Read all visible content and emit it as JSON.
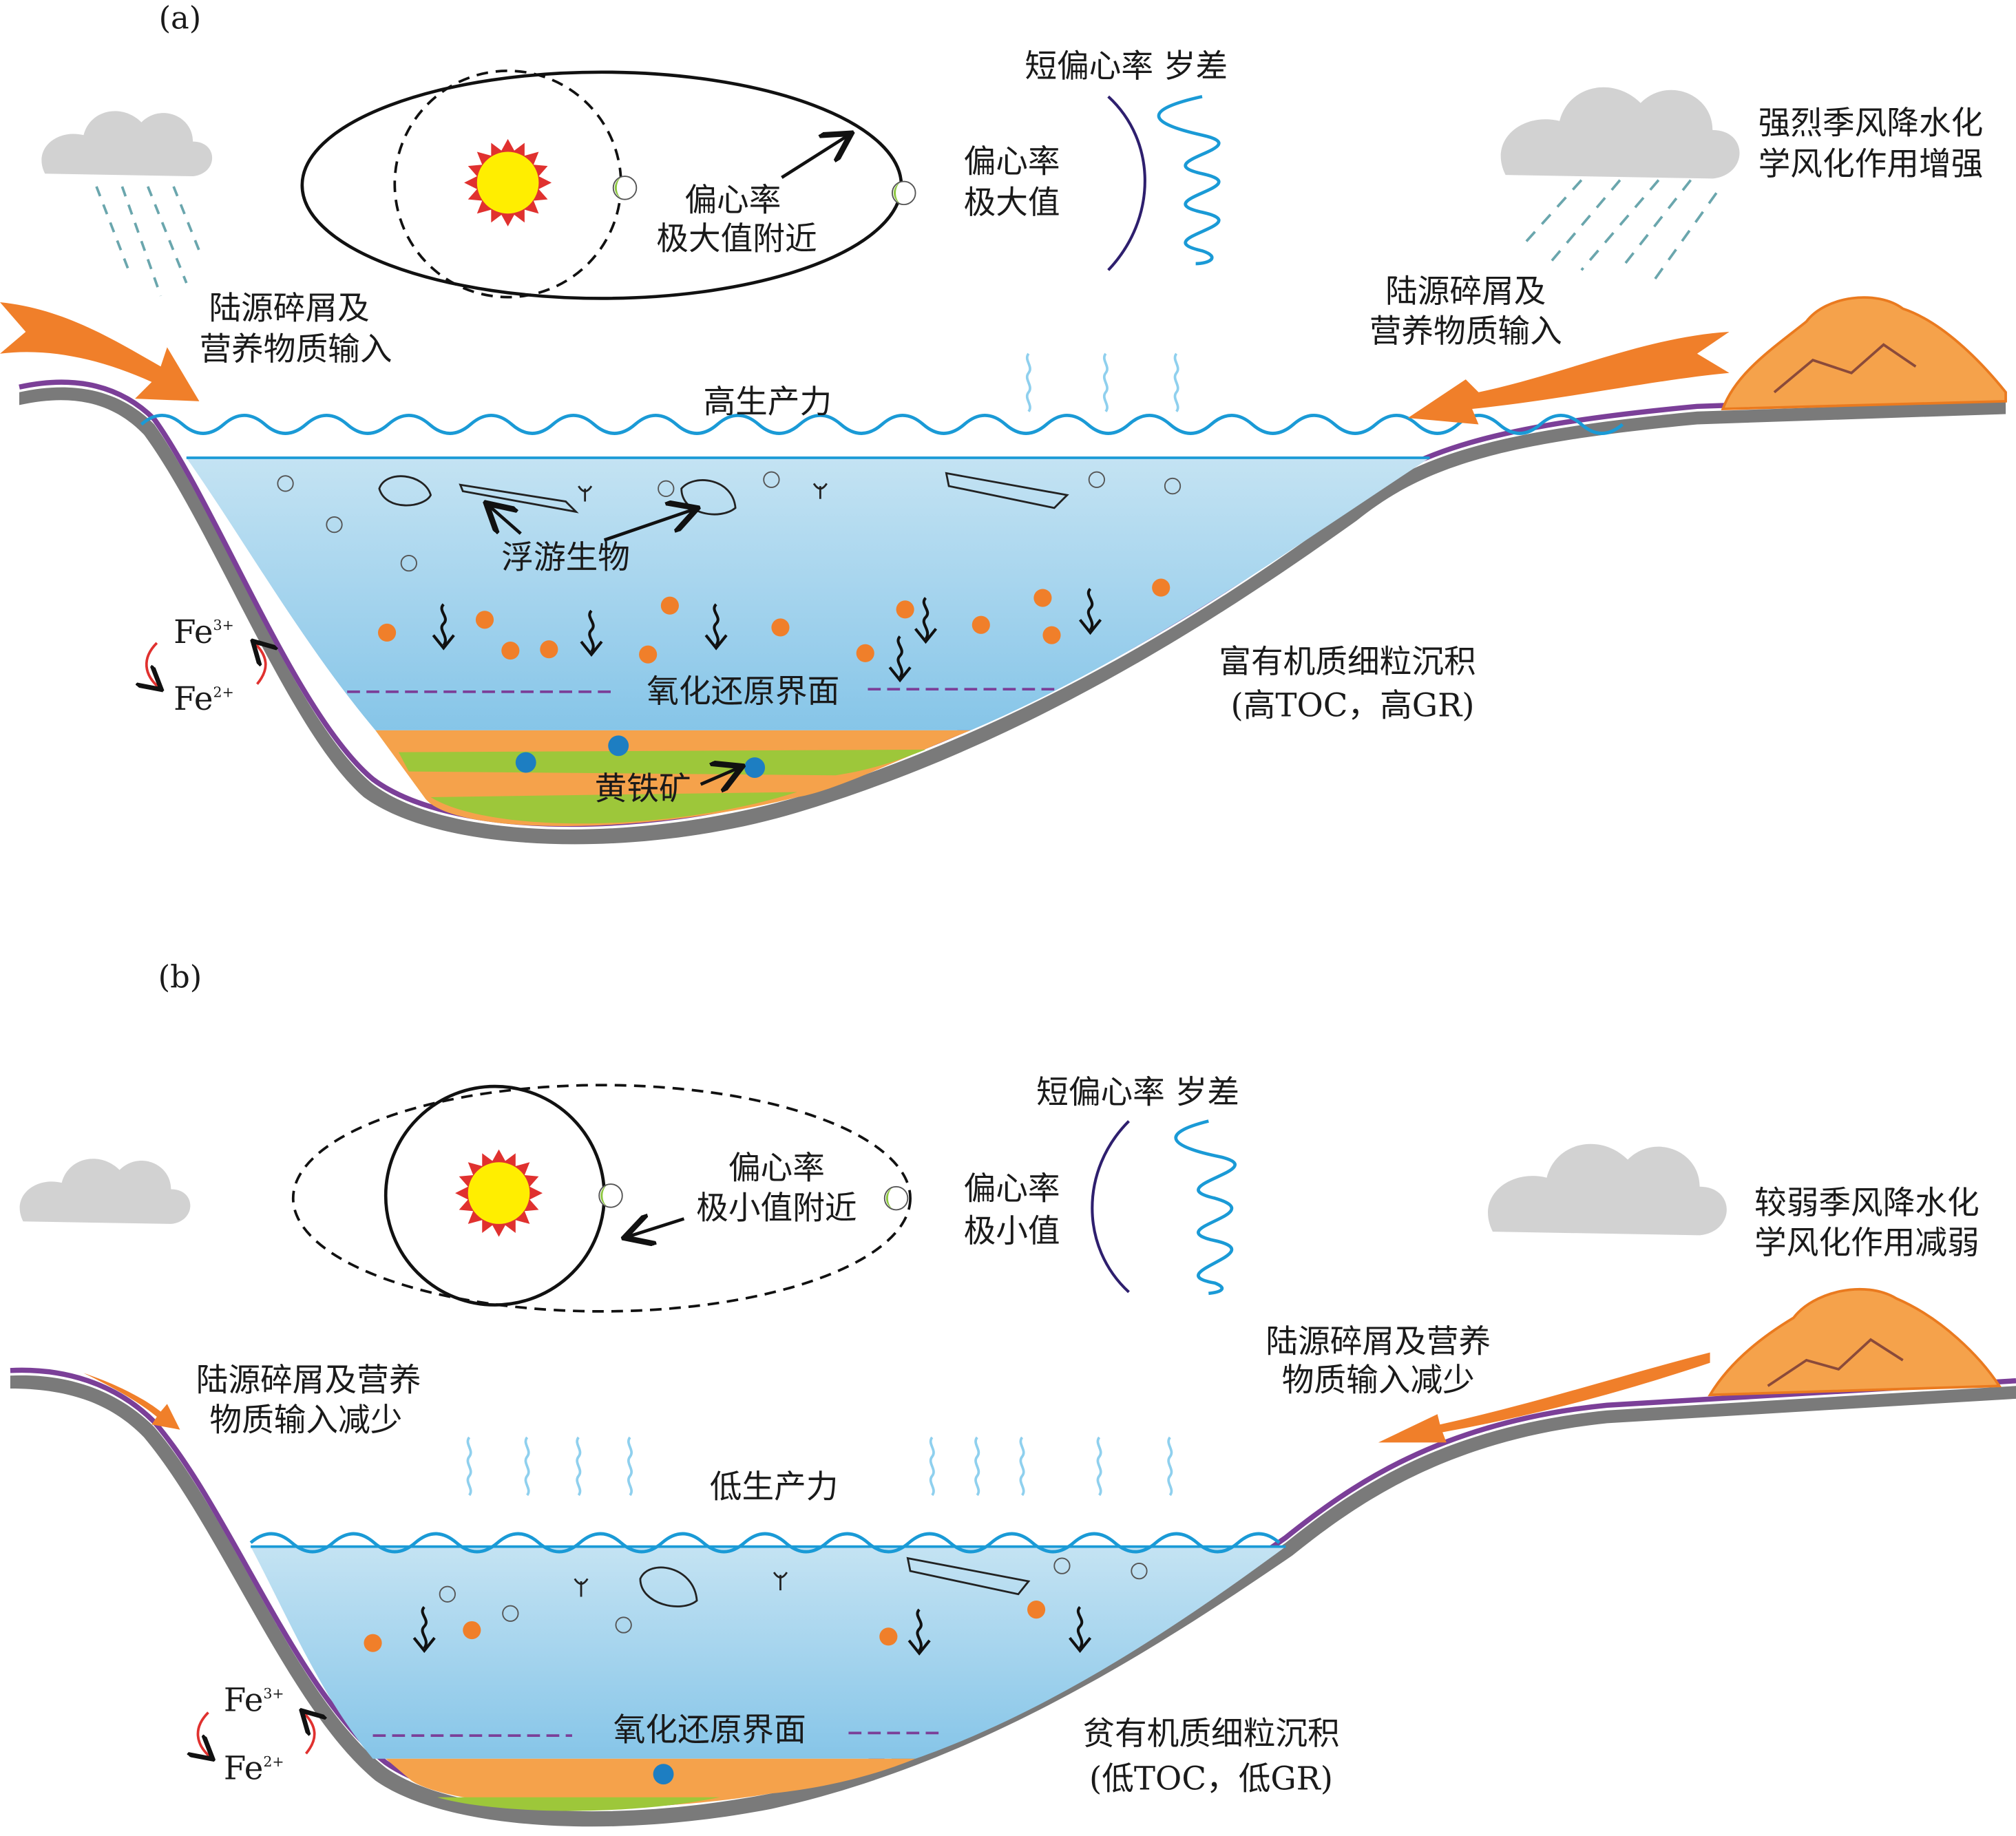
{
  "panel_a": {
    "label": "(a)",
    "cycle_title": "短偏心率 岁差",
    "ecc_label_1": "偏心率",
    "ecc_label_2": "极大值",
    "orbit_label_1": "偏心率",
    "orbit_label_2": "极大值附近",
    "climate_1": "强烈季风降水化",
    "climate_2": "学风化作用增强",
    "input_left_1": "陆源碎屑及",
    "input_left_2": "营养物质输入",
    "input_right_1": "陆源碎屑及",
    "input_right_2": "营养物质输入",
    "productivity": "高生产力",
    "plankton": "浮游生物",
    "fe3": "Fe",
    "fe3_sup": "3+",
    "fe2": "Fe",
    "fe2_sup": "2+",
    "redox": "氧化还原界面",
    "sediment_1": "富有机质细粒沉积",
    "sediment_2": "(高TOC，高GR)",
    "pyrite": "黄铁矿"
  },
  "panel_b": {
    "label": "(b)",
    "cycle_title": "短偏心率 岁差",
    "ecc_label_1": "偏心率",
    "ecc_label_2": "极小值",
    "orbit_label_1": "偏心率",
    "orbit_label_2": "极小值附近",
    "climate_1": "较弱季风降水化",
    "climate_2": "学风化作用减弱",
    "input_left_1": "陆源碎屑及营养",
    "input_left_2": "物质输入减少",
    "input_right_1": "陆源碎屑及营养",
    "input_right_2": "物质输入减少",
    "productivity": "低生产力",
    "fe3": "Fe",
    "fe3_sup": "3+",
    "fe2": "Fe",
    "fe2_sup": "2+",
    "redox": "氧化还原界面",
    "sediment_1": "贫有机质细粒沉积",
    "sediment_2": "(低TOC，低GR)"
  },
  "colors": {
    "water_top": "#c4e3f3",
    "water_bottom": "#86c5e8",
    "wave": "#1a9ad6",
    "ground": "#7a7a7a",
    "ground_edge": "#7b3f98",
    "arrow": "#f07f2a",
    "mountain": "#f5a24b",
    "sun": "#ffee00",
    "sun_rays": "#e0312f",
    "sediment_orange": "#f5a24b",
    "sediment_green": "#9dc73a",
    "dot_orange": "#f07f2a",
    "dot_blue": "#1d7ec2",
    "cloud": "#d2d2d2"
  }
}
